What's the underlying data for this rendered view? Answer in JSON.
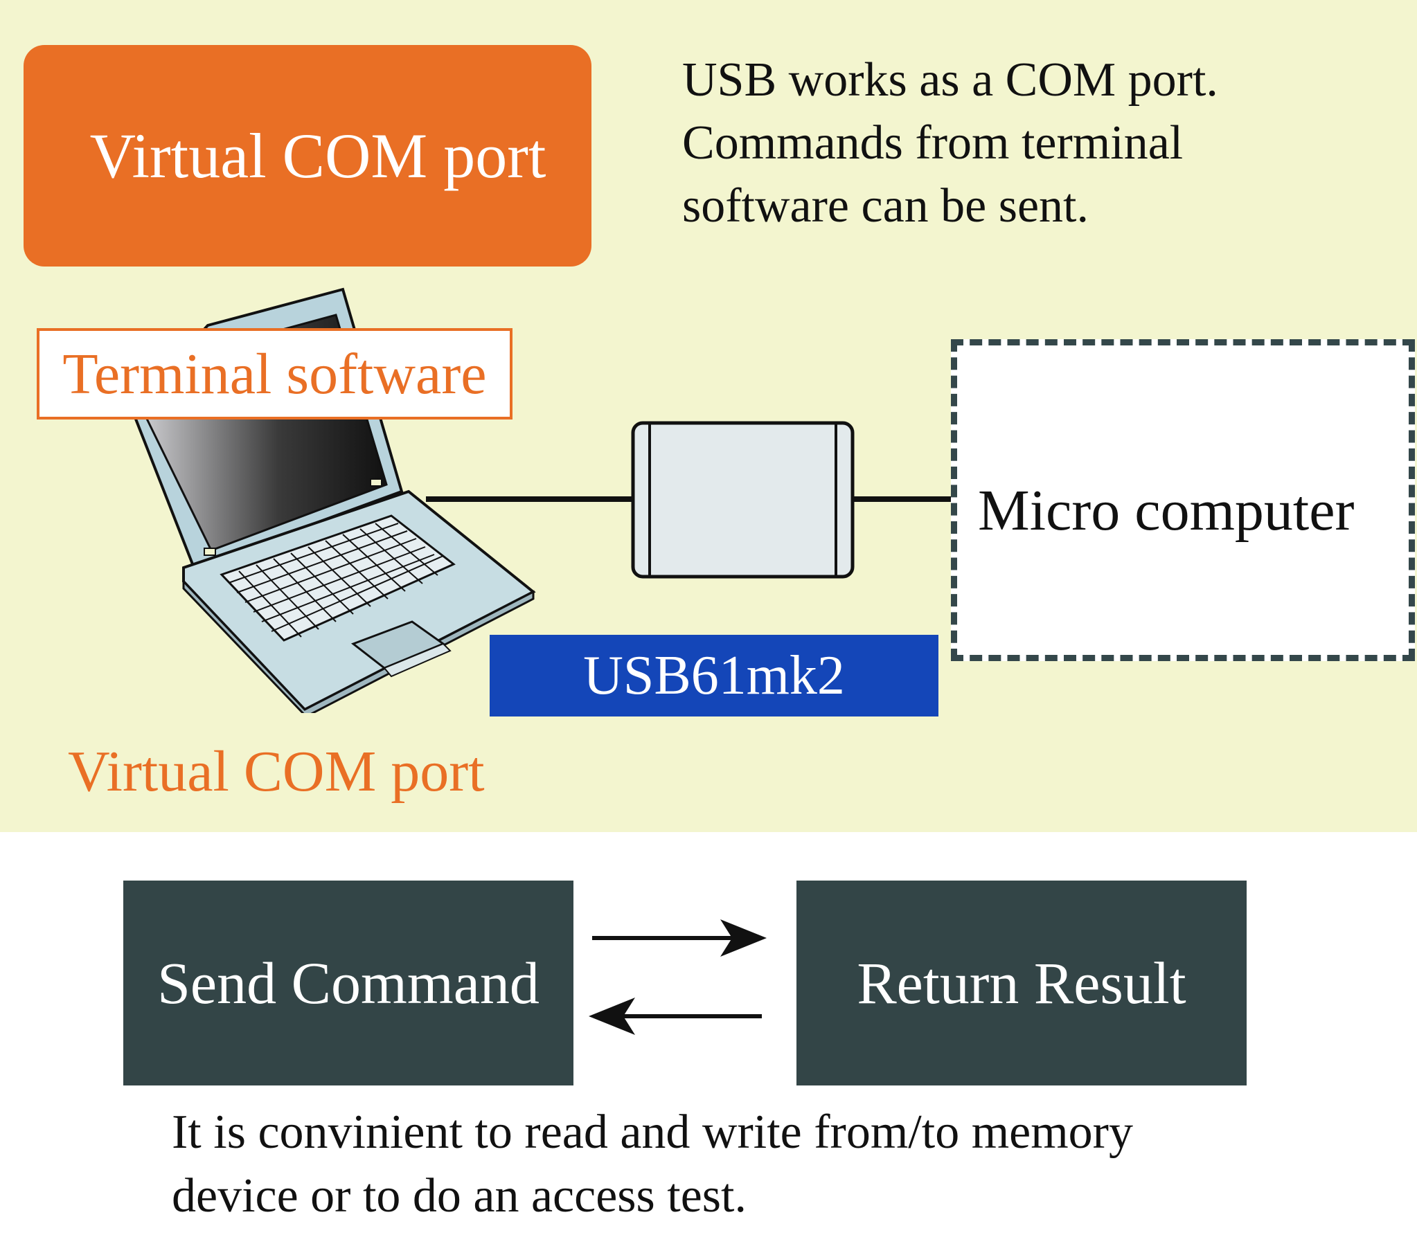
{
  "title_box": {
    "label": "Virtual COM port"
  },
  "description": {
    "lines": [
      "USB works as a COM port.",
      "Commands from terminal",
      "software can be sent."
    ]
  },
  "laptop": {
    "label": "Terminal software"
  },
  "device": {
    "label": "USB61mk2"
  },
  "target": {
    "label": "Micro computer"
  },
  "caption": {
    "label": "Virtual COM port"
  },
  "flow": {
    "send_label": "Send Command",
    "return_label": "Return Result"
  },
  "note": {
    "lines": [
      "It is convinient to read and write from/to memory",
      "device or to do an access test."
    ]
  },
  "colors": {
    "panel_background": "#f3f5cf",
    "accent_orange": "#e96f25",
    "device_blue": "#1446b8",
    "dark_slate": "#334547"
  }
}
